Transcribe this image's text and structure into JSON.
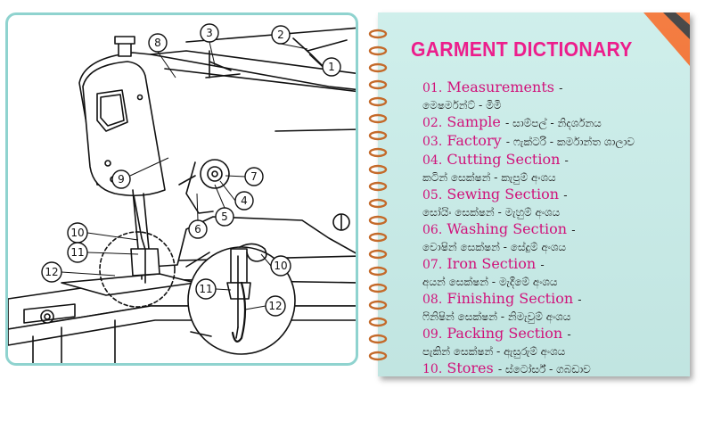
{
  "title": "GARMENT DICTIONARY",
  "entries": [
    {
      "num": "01.",
      "term": "Measurements",
      "line1_sinhala": "",
      "line2": "මෙෂර්මන්ට් - මිමි"
    },
    {
      "num": "02.",
      "term": "Sample",
      "line1_sinhala": "- සාම්පල් - නිදර්ශනය",
      "line2": ""
    },
    {
      "num": "03.",
      "term": "Factory",
      "line1_sinhala": "- ෆැක්ටරි - කර්මාන්ත ශාලාව",
      "line2": ""
    },
    {
      "num": "04.",
      "term": "Cutting Section",
      "line1_sinhala": "-",
      "line2": "කටින් සෙක්ෂන් - කැපුම් අංශය"
    },
    {
      "num": "05.",
      "term": "Sewing Section",
      "line1_sinhala": "-",
      "line2": "සෝයිං සෙක්ෂන් - මැහුම් අංශය"
    },
    {
      "num": "06.",
      "term": "Washing Section",
      "line1_sinhala": "-",
      "line2": "වොෂින් සෙක්ෂන් - සේදුම් අංශය"
    },
    {
      "num": "07.",
      "term": "Iron Section",
      "line1_sinhala": "-",
      "line2": "අයන් සෙක්ෂන් - මැදීමේ අංශය"
    },
    {
      "num": "08.",
      "term": "Finishing Section",
      "line1_sinhala": "-",
      "line2": "ෆිනිෂින් සෙක්ෂන් - නිමැවුම් අංශය"
    },
    {
      "num": "09.",
      "term": "Packing Section",
      "line1_sinhala": "-",
      "line2": "පැකින් සෙක්ෂන් - ඇසුරුම් අංශය"
    },
    {
      "num": "10.",
      "term": "Stores",
      "line1_sinhala": "- ස්ටෝර්ස් - ගබඩාව",
      "line2": ""
    }
  ],
  "diagram_labels": [
    "1",
    "2",
    "3",
    "4",
    "5",
    "6",
    "7",
    "8",
    "9",
    "10",
    "11",
    "12",
    "10",
    "11",
    "12"
  ],
  "colors": {
    "title": "#ec1e8c",
    "term": "#d0127a",
    "notebook": "#c7ece8",
    "frame": "#8fd3cf",
    "corner_orange": "#f26722",
    "corner_dark": "#2b2b2b",
    "spiral": "#c46a2a"
  }
}
